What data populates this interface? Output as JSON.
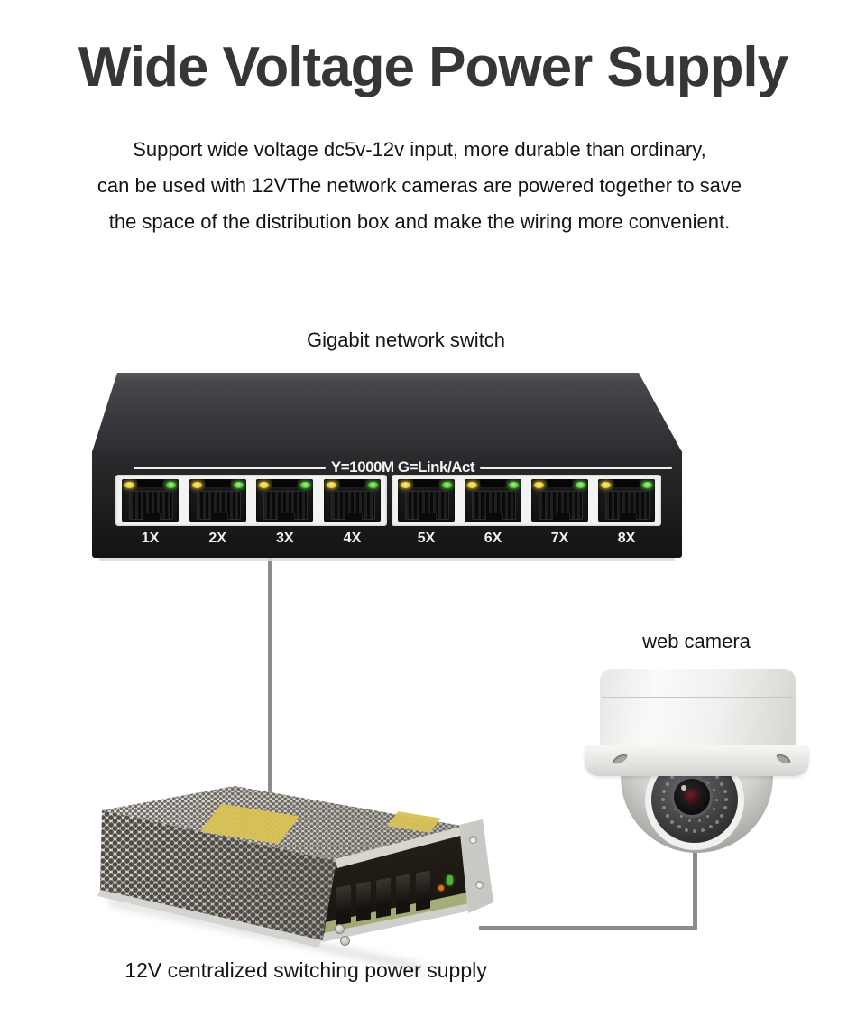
{
  "title": "Wide Voltage Power Supply",
  "description": {
    "lines": [
      "Support wide voltage dc5v-12v input, more durable than ordinary,",
      "can be used with 12VThe network cameras are powered together to save",
      "the space of the distribution box and make the wiring more convenient."
    ]
  },
  "diagram": {
    "switch": {
      "label": "Gigabit network switch",
      "panel_text": "Y=1000M G=Link/Act",
      "port_groups": [
        [
          "1X",
          "2X",
          "3X",
          "4X"
        ],
        [
          "5X",
          "6X",
          "7X",
          "8X"
        ]
      ],
      "led_left_color": "#e6c62d",
      "led_right_color": "#46c02f",
      "body_color": "#232326"
    },
    "camera": {
      "label": "web camera"
    },
    "power_supply": {
      "label": "12V centralized switching power supply"
    },
    "cable_color": "#8c8c8c"
  },
  "colors": {
    "background": "#ffffff",
    "title_text": "#363636",
    "body_text": "#141414"
  }
}
